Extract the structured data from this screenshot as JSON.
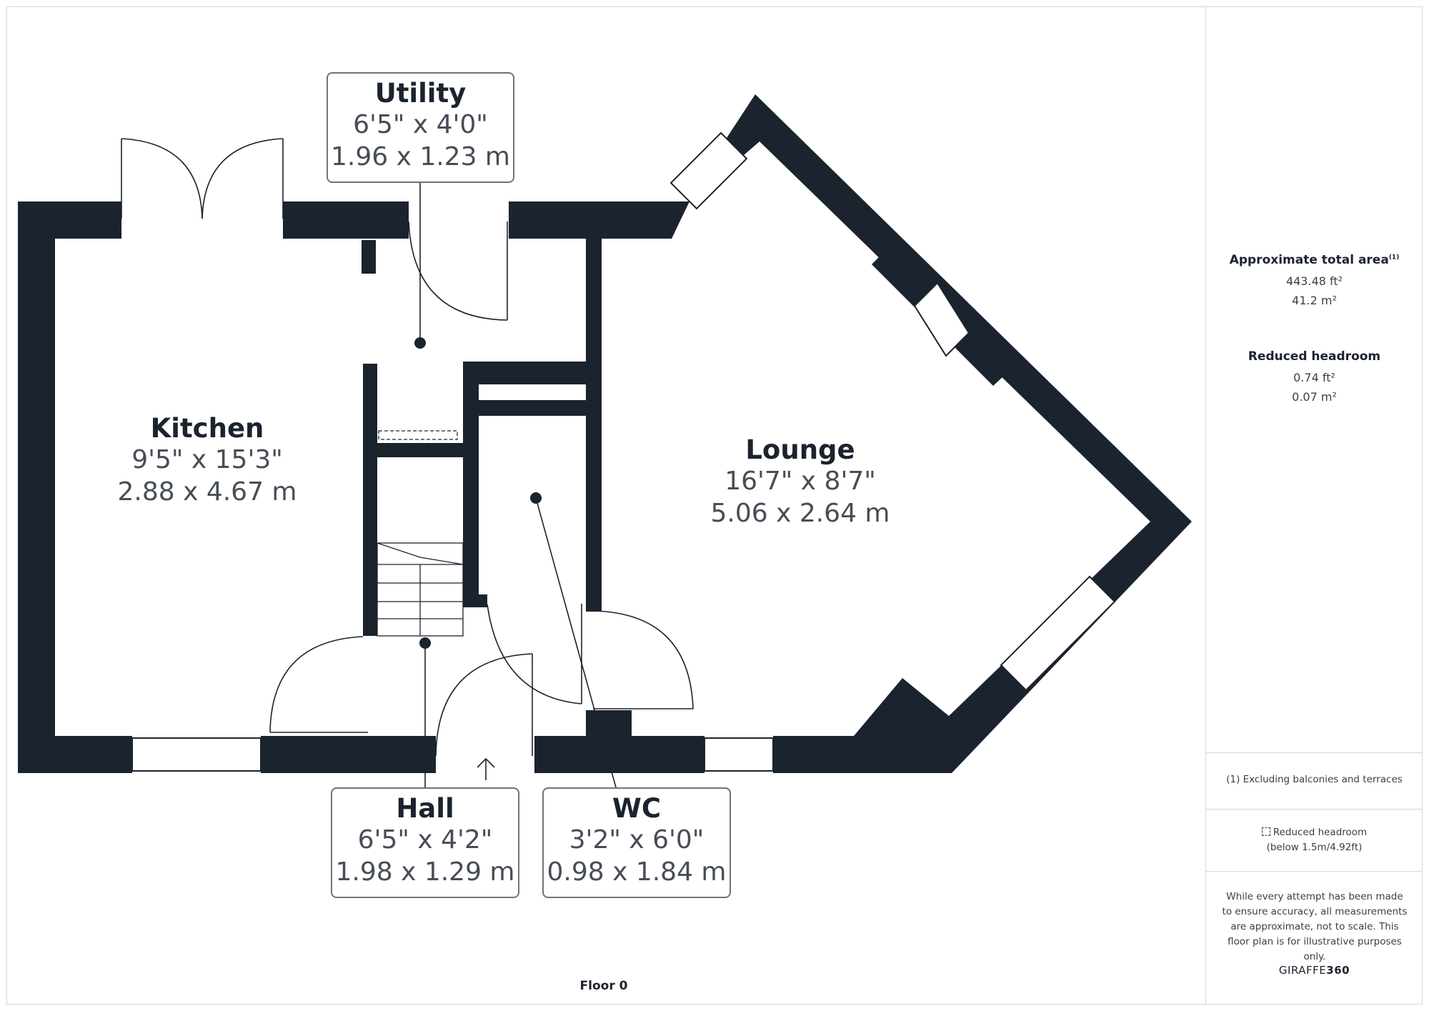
{
  "floor_label": "Floor 0",
  "rooms": {
    "utility": {
      "name": "Utility",
      "imperial": "6'5\" x 4'0\"",
      "metric": "1.96 x 1.23 m"
    },
    "kitchen": {
      "name": "Kitchen",
      "imperial": "9'5\" x 15'3\"",
      "metric": "2.88 x 4.67 m"
    },
    "lounge": {
      "name": "Lounge",
      "imperial": "16'7\" x 8'7\"",
      "metric": "5.06 x 2.64 m"
    },
    "hall": {
      "name": "Hall",
      "imperial": "6'5\" x 4'2\"",
      "metric": "1.98 x 1.29 m"
    },
    "wc": {
      "name": "WC",
      "imperial": "3'2\" x 6'0\"",
      "metric": "0.98 x 1.84 m"
    }
  },
  "sidebar": {
    "total_area_title": "Approximate total area",
    "total_area_note_ref": "(1)",
    "total_area_ft": "443.48 ft²",
    "total_area_m": "41.2 m²",
    "reduced_headroom_title": "Reduced headroom",
    "reduced_headroom_ft": "0.74 ft²",
    "reduced_headroom_m": "0.07 m²",
    "footnote": "(1) Excluding balconies and terraces",
    "legend_line1": "Reduced headroom",
    "legend_line2": "(below 1.5m/4.92ft)",
    "disclaimer": "While every attempt has been made to ensure accuracy, all measurements are approximate, not to scale. This floor plan is for illustrative purposes only.",
    "brand_light": "GIRAFFE",
    "brand_bold": "360"
  },
  "colors": {
    "wall": "#1b232e",
    "border": "#d2d6dc",
    "label_border": "#6f747a"
  }
}
